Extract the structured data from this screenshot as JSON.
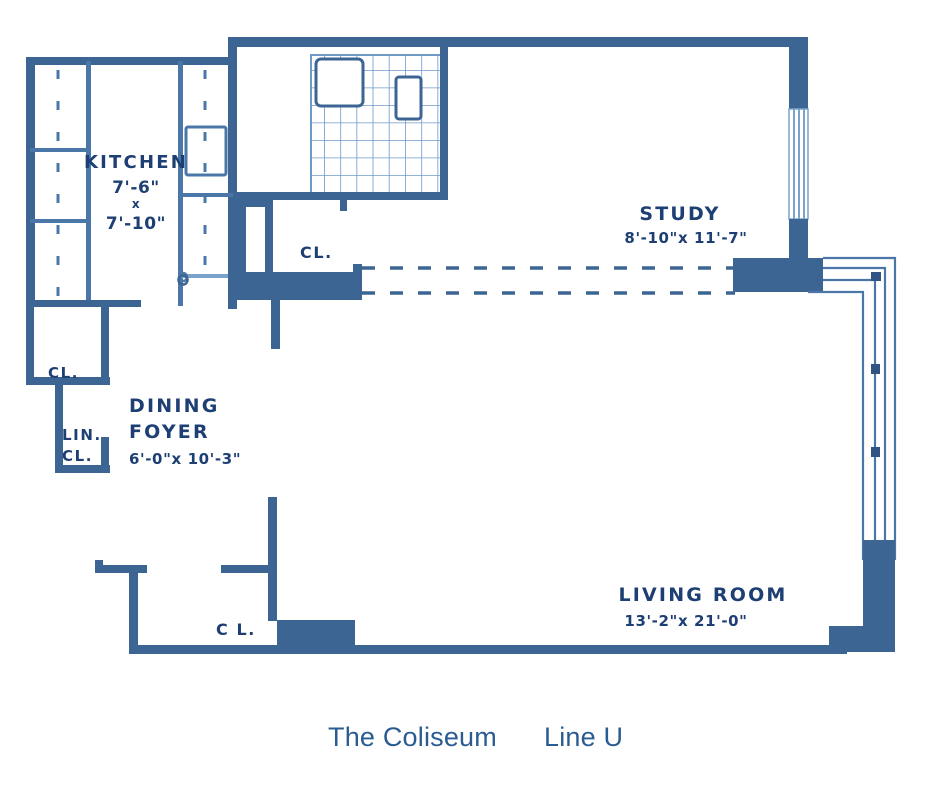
{
  "plan": {
    "title_caption": {
      "building": "The Coliseum",
      "line": "Line U"
    },
    "colors": {
      "wall_fill": "#3d6593",
      "wall_stroke": "#2f5483",
      "thin_line": "#4a77a8",
      "text": "#1d3f73",
      "caption": "#2a5c92",
      "background": "#ffffff",
      "tile_line": "#6f9ac6"
    },
    "rooms": [
      {
        "id": "kitchen",
        "name": "KITCHEN",
        "dim_line_1": "7'-6\"",
        "dim_sep": "x",
        "dim_line_2": "7'-10\""
      },
      {
        "id": "study",
        "name": "STUDY",
        "dimensions": "8'-10\"x 11'-7\""
      },
      {
        "id": "dining-foyer",
        "name_line_1": "DINING",
        "name_line_2": "FOYER",
        "dimensions": "6'-0\"x 10'-3\""
      },
      {
        "id": "living-room",
        "name": "LIVING ROOM",
        "dimensions": "13'-2\"x 21'-0\""
      }
    ],
    "closets": [
      {
        "id": "closet-hall",
        "label": "CL."
      },
      {
        "id": "closet-foyer-upper",
        "label": "CL."
      },
      {
        "id": "closet-linen-line1",
        "label": "LIN."
      },
      {
        "id": "closet-linen-line2",
        "label": "CL."
      },
      {
        "id": "closet-living",
        "label": "C L."
      }
    ],
    "fixtures": [
      {
        "id": "bathtub",
        "name": "bathtub"
      },
      {
        "id": "toilet",
        "name": "toilet"
      },
      {
        "id": "range",
        "name": "kitchen-range"
      },
      {
        "id": "sink",
        "name": "kitchen-sink"
      }
    ]
  }
}
